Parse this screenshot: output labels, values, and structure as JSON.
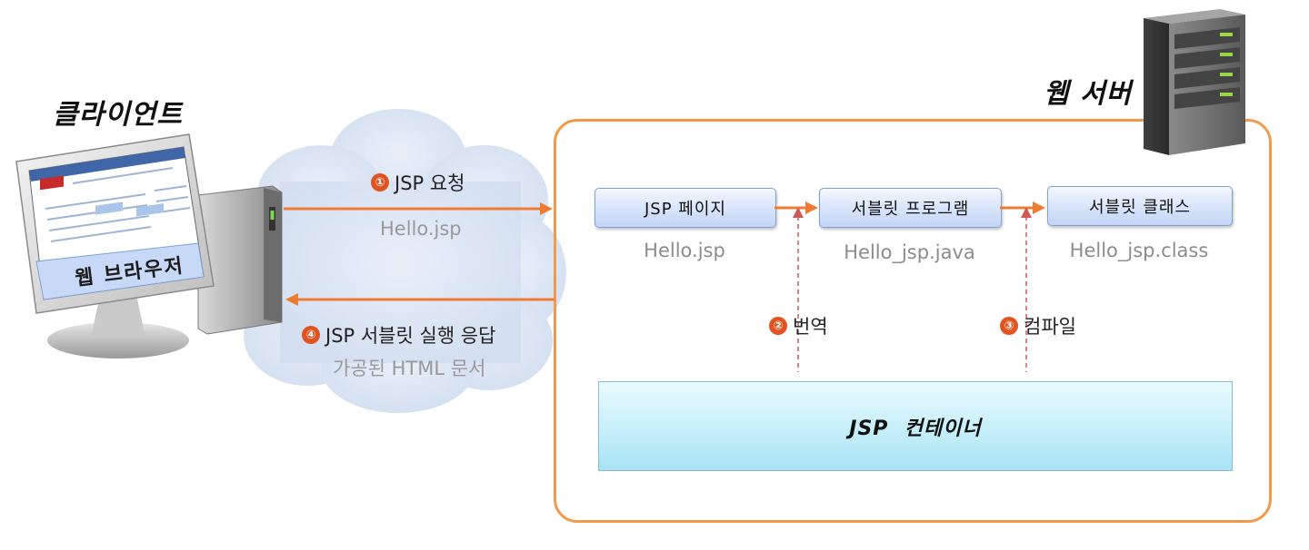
{
  "client": {
    "title": "클라이언트",
    "browser_label": "웹 브라우저"
  },
  "server": {
    "title": "웹 서버"
  },
  "request": {
    "step": "①",
    "label": "JSP 요청",
    "file": "Hello.jsp"
  },
  "response": {
    "step": "④",
    "label": "JSP 서블릿 실행 응답",
    "sub": "가공된 HTML 문서"
  },
  "pipeline": {
    "boxes": [
      {
        "label": "JSP 페이지",
        "file": "Hello.jsp"
      },
      {
        "label": "서블릿 프로그램",
        "file": "Hello_jsp.java"
      },
      {
        "label": "서블릿 클래스",
        "file": "Hello_jsp.class"
      }
    ],
    "steps": [
      {
        "num": "②",
        "label": "번역"
      },
      {
        "num": "③",
        "label": "컴파일"
      }
    ]
  },
  "container": {
    "label": "JSP  컨테이너"
  },
  "colors": {
    "arrow": "#ee7b2f",
    "frame": "#f29a4a",
    "dashed": "#d05a55",
    "step_badge": "#e2531f"
  },
  "icons": [
    "computer-monitor-icon",
    "pc-tower-icon",
    "server-rack-icon",
    "cloud-icon"
  ]
}
